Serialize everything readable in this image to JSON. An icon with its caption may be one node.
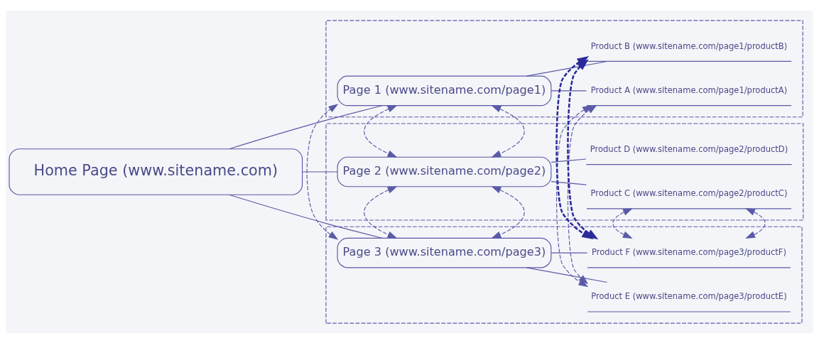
{
  "diagram": {
    "nodes": [
      {
        "text": [
          "Home Page (www.sitename.com)"
        ]
      },
      {
        "text": [],
        "shape": "box"
      },
      {
        "text": [
          "Page 1 (www.sitename.com/page1)"
        ],
        "in": 1
      },
      {
        "text": [
          "Product A (www.sitename.com/page1/productA)"
        ],
        "in": 1
      },
      {
        "text": [
          "Product B (www.sitename.com/page1/productB)"
        ],
        "in": 1
      },
      {
        "text": [],
        "shape": "box"
      },
      {
        "text": [
          "Page 2 (www.sitename.com/page2)"
        ],
        "in": 5
      },
      {
        "text": [
          "Product C (www.sitename.com/page2/productC)"
        ],
        "in": 5
      },
      {
        "text": [
          "Product D (www.sitename.com/page2/productD)"
        ],
        "in": 5
      },
      {
        "text": [],
        "shape": "box"
      },
      {
        "text": [
          "Page 3 (www.sitename.com/page3)"
        ],
        "in": 9
      },
      {
        "text": [
          "Product E (www.sitename.com/page3/productE)"
        ],
        "in": 9
      },
      {
        "text": [
          "Product F (www.sitename.com/page3/productF)"
        ],
        "in": 9
      }
    ],
    "edges": [
      {
        "from": 0,
        "to": 2,
        "arrow": "none"
      },
      {
        "from": 0,
        "to": 6,
        "arrow": "none"
      },
      {
        "from": 0,
        "to": 10,
        "arrow": "none"
      },
      {
        "from": 2,
        "to": 3,
        "arrow": "none"
      },
      {
        "from": 2,
        "to": 4,
        "arrow": "none"
      },
      {
        "from": 6,
        "to": 7,
        "arrow": "none"
      },
      {
        "from": 6,
        "to": 8,
        "arrow": "none"
      },
      {
        "from": 10,
        "to": 11,
        "arrow": "none"
      },
      {
        "from": 10,
        "to": 12,
        "arrow": "none"
      },
      {
        "from": 10,
        "to": 2,
        "arrow": "both",
        "style": "dashed"
      },
      {
        "from": 2,
        "to": 6,
        "arrow": "both",
        "style": "dashed"
      },
      {
        "from": 6,
        "to": 10,
        "arrow": "both",
        "style": "dashed"
      },
      {
        "from": 1,
        "to": 9,
        "arrow": "both",
        "style": "dashed",
        "color": "#2a2a9a"
      },
      {
        "from": 3,
        "to": 11,
        "arrow": "both",
        "style": "dashed"
      },
      {
        "from": 7,
        "to": 12,
        "arrow": "both",
        "style": "dashed"
      }
    ]
  }
}
